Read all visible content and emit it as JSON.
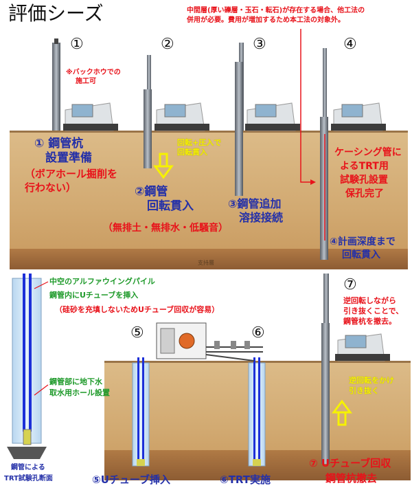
{
  "title": "評価シーズ",
  "top_note": {
    "line1": "中間層(厚い礫層・玉石・転石)が存在する場合、他工法の",
    "line2": "併用が必要。費用が増加するため本工法の対象外。"
  },
  "step_numbers": [
    "①",
    "②",
    "③",
    "④",
    "⑤",
    "⑥",
    "⑦"
  ],
  "step1": {
    "backhoe_note": [
      "※バックホウでの",
      "施工可"
    ],
    "label": [
      "① 鋼管杭",
      "設置準備"
    ],
    "sub": [
      "（ボアホール掘削を",
      "行わない）"
    ]
  },
  "step2": {
    "yellow_note": [
      "回転+圧入で",
      "回転貫入"
    ],
    "label": [
      "②鋼管",
      "回転貫入"
    ],
    "sub": "（無排土・無排水・低騒音）"
  },
  "step3": {
    "label": [
      "③鋼管追加",
      "溶接接続"
    ]
  },
  "step4": {
    "casing_note": [
      "ケーシング管に",
      "よるTRT用",
      "試験孔設置",
      "保孔完了"
    ],
    "label": [
      "④計画深度まで",
      "回転貫入"
    ]
  },
  "ground_label": "支持層",
  "cross_section": {
    "notes": [
      "中空のアルファウイングパイル",
      "鋼管内にUチューブを挿入"
    ],
    "red_note": "（硅砂を充填しないためUチューブ回収が容易）",
    "well_note": [
      "鋼管部に地下水",
      "取水用ホール設置"
    ],
    "caption": [
      "鋼管による",
      "TRT試験孔断面"
    ]
  },
  "step5": {
    "label": "⑤Uチューブ挿入"
  },
  "step6": {
    "label": "⑥TRT実施"
  },
  "step7": {
    "red_note": [
      "逆回転しながら",
      "引き抜くことで、",
      "鋼管杭を撤去。"
    ],
    "yellow_note": [
      "逆回転をかけ",
      "引き抜く"
    ],
    "label": [
      "⑦ Uチューブ回収",
      "鋼管杭撤去"
    ]
  },
  "colors": {
    "sky": "#ffffff",
    "soil_top": "#d8b47e",
    "soil_mid": "#c99b5e",
    "soil_bottom": "#8a5e37",
    "blue_text": "#2430a8",
    "red_text": "#e8121a",
    "green_text": "#1e9a2a",
    "yellow_text": "#f6f200",
    "pipe": "#2f4fd6"
  }
}
